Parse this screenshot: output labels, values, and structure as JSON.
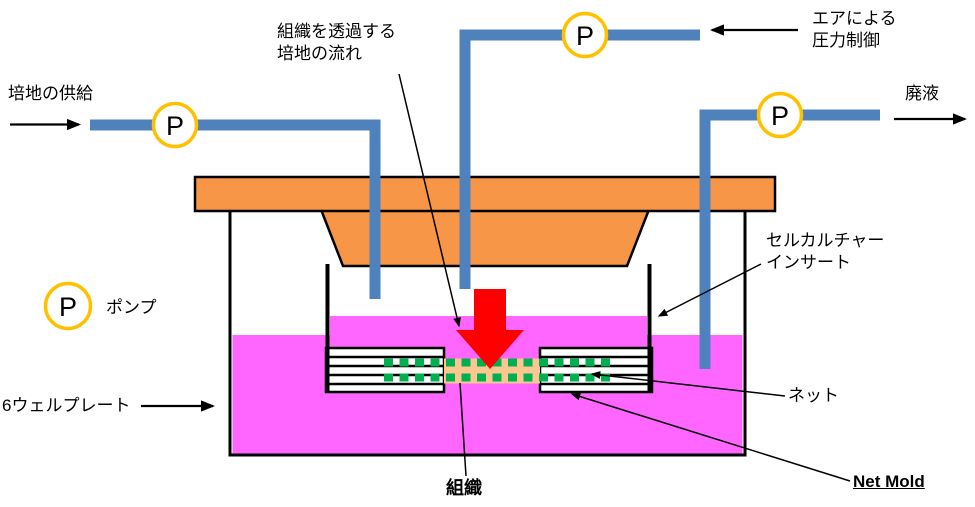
{
  "diagram": {
    "labels": {
      "supply": "培地の供給",
      "flow_line1": "組織を透過する",
      "flow_line2": "培地の流れ",
      "air_line1": "エアによる",
      "air_line2": "圧力制御",
      "waste": "廃液",
      "pump_symbol": "P",
      "pump_legend": "ポンプ",
      "insert_line1": "セルカルチャー",
      "insert_line2": "インサート",
      "well_plate": "6ウェルプレート",
      "net": "ネット",
      "net_mold": "Net Mold",
      "tissue": "組織"
    },
    "colors": {
      "pipe": "#4f81bd",
      "pump_ring": "#ffc000",
      "lid": "#f79646",
      "medium": "#ff66ff",
      "tissue": "#fbc690",
      "net_dots": "#00b050",
      "flow_arrow": "#fe0000"
    }
  }
}
